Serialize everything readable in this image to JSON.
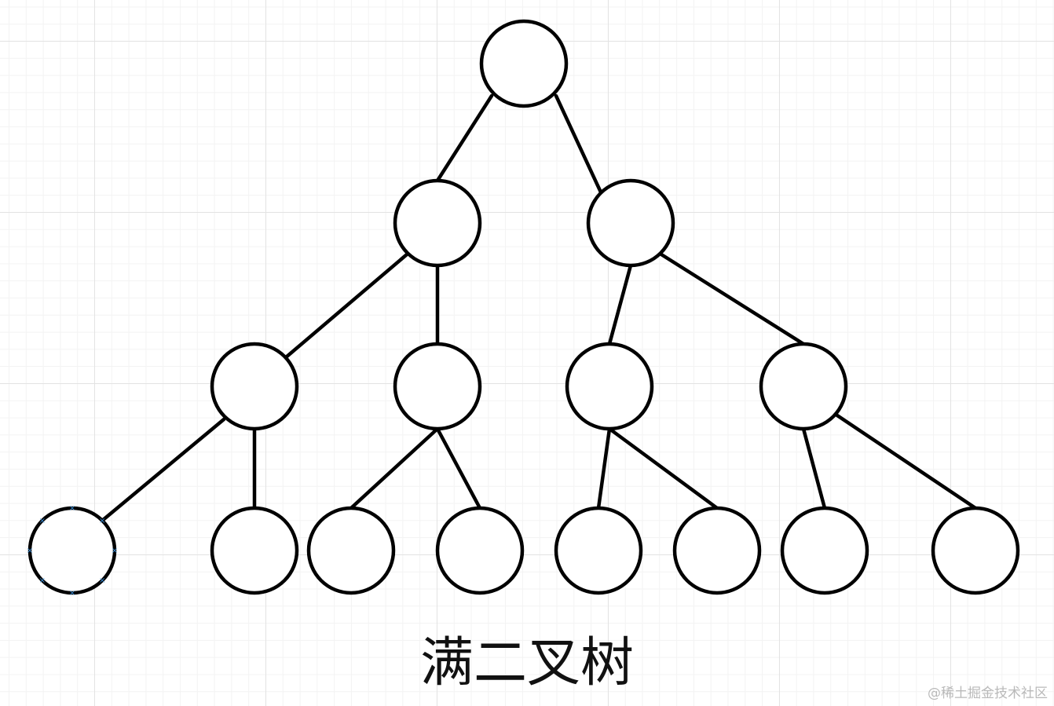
{
  "diagram": {
    "title": "满二叉树",
    "colors": {
      "stroke": "#000000",
      "fill": "#ffffff",
      "grid_major": "#e3e3e3",
      "grid_minor": "#f3f3f3",
      "selection_handle": "#3b8fd8"
    },
    "nodes": [
      {
        "id": "n0",
        "label": ""
      },
      {
        "id": "n1",
        "label": ""
      },
      {
        "id": "n2",
        "label": ""
      },
      {
        "id": "n3",
        "label": ""
      },
      {
        "id": "n4",
        "label": ""
      },
      {
        "id": "n5",
        "label": ""
      },
      {
        "id": "n6",
        "label": ""
      },
      {
        "id": "n7",
        "label": "",
        "selected": true
      },
      {
        "id": "n8",
        "label": ""
      },
      {
        "id": "n9",
        "label": ""
      },
      {
        "id": "n10",
        "label": ""
      },
      {
        "id": "n11",
        "label": ""
      },
      {
        "id": "n12",
        "label": ""
      },
      {
        "id": "n13",
        "label": ""
      },
      {
        "id": "n14",
        "label": ""
      }
    ],
    "edges": [
      [
        "n0",
        "n1"
      ],
      [
        "n0",
        "n2"
      ],
      [
        "n1",
        "n3"
      ],
      [
        "n1",
        "n4"
      ],
      [
        "n2",
        "n5"
      ],
      [
        "n2",
        "n6"
      ],
      [
        "n3",
        "n7"
      ],
      [
        "n3",
        "n8"
      ],
      [
        "n4",
        "n9"
      ],
      [
        "n4",
        "n10"
      ],
      [
        "n5",
        "n11"
      ],
      [
        "n5",
        "n12"
      ],
      [
        "n6",
        "n13"
      ],
      [
        "n6",
        "n14"
      ]
    ]
  },
  "watermark": "@稀土掘金技术社区"
}
